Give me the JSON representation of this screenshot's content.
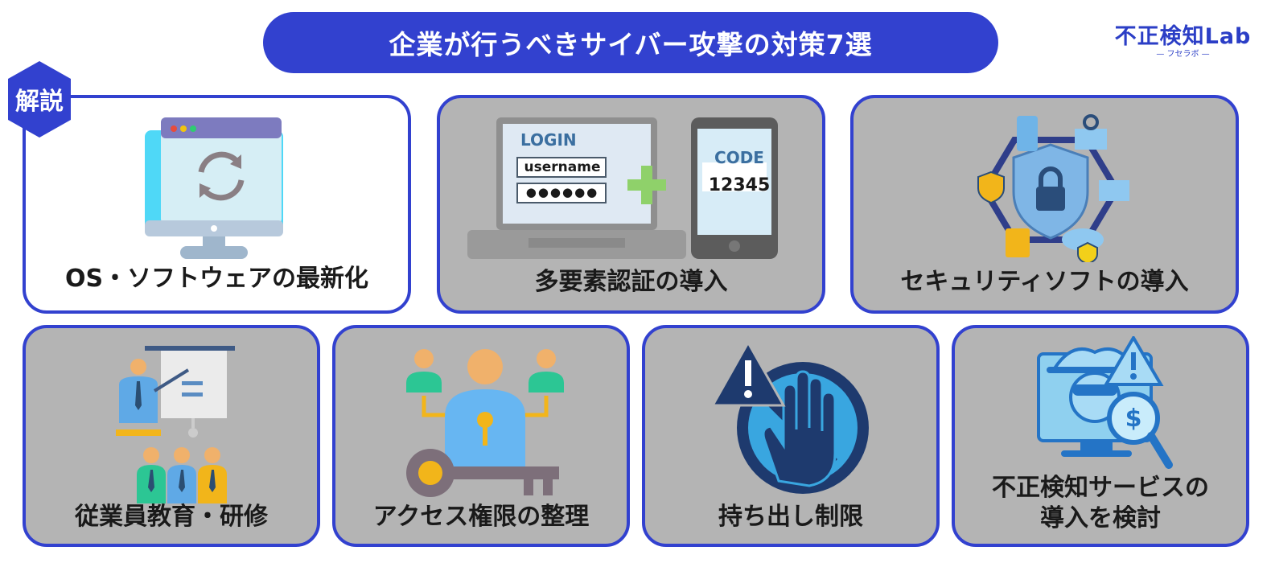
{
  "header": {
    "title": "企業が行うべきサイバー攻撃の対策7選",
    "logo_main": "不正検知Lab",
    "logo_sub": "— フセラボ —"
  },
  "badge": "解説",
  "cards": [
    {
      "label": "OS・ソフトウェアの最新化",
      "icon": "monitor-update-icon"
    },
    {
      "label": "多要素認証の導入",
      "icon": "login-code-icon",
      "login_title": "LOGIN",
      "username": "username",
      "password": "●●●●●●",
      "code_title": "CODE",
      "code_value": "12345"
    },
    {
      "label": "セキュリティソフトの導入",
      "icon": "security-shield-icon"
    },
    {
      "label": "従業員教育・研修",
      "icon": "training-icon"
    },
    {
      "label": "アクセス権限の整理",
      "icon": "access-key-icon"
    },
    {
      "label": "持ち出し制限",
      "icon": "stop-hand-icon"
    },
    {
      "label_line1": "不正検知サービスの",
      "label_line2": "導入を検討",
      "icon": "fraud-detection-icon"
    }
  ],
  "colors": {
    "accent": "#3241cf",
    "card_bg": "#b4b4b4",
    "white": "#ffffff"
  }
}
